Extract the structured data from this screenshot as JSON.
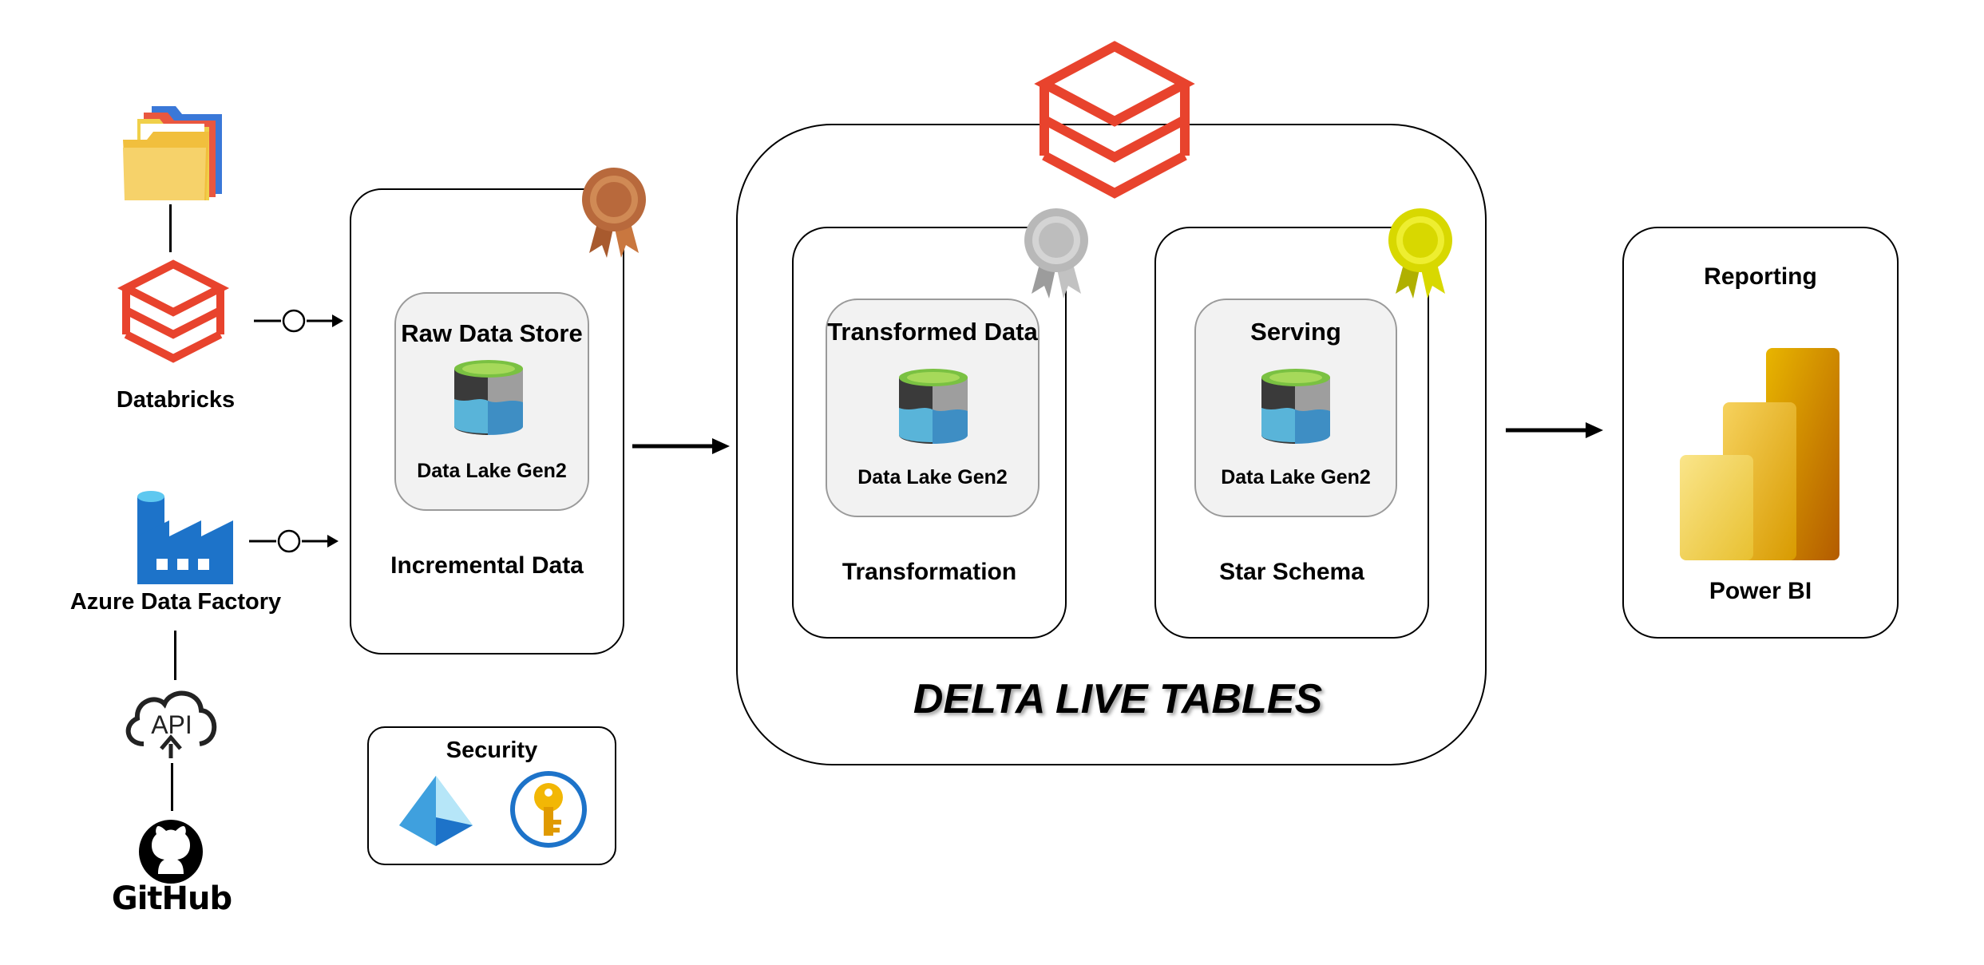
{
  "sources": {
    "databricks_label": "Databricks",
    "adf_label": "Azure Data Factory",
    "api_label": "API",
    "github_label": "GitHub"
  },
  "bronze": {
    "store_title": "Raw Data Store",
    "storage_label": "Data Lake Gen2",
    "caption": "Incremental Data"
  },
  "security": {
    "title": "Security"
  },
  "dlt": {
    "title": "DELTA LIVE TABLES",
    "silver": {
      "store_title": "Transformed Data",
      "storage_label": "Data Lake Gen2",
      "caption": "Transformation"
    },
    "gold": {
      "store_title": "Serving",
      "storage_label": "Data Lake Gen2",
      "caption": "Star Schema"
    }
  },
  "reporting": {
    "title": "Reporting",
    "tool_label": "Power BI"
  },
  "colors": {
    "databricks_red": "#e8432d",
    "bronze": "#b8693c",
    "silver": "#b8b8b8",
    "gold": "#d8d800",
    "azure_blue": "#1d73c9",
    "powerbi_yellow": "#e8b500"
  }
}
